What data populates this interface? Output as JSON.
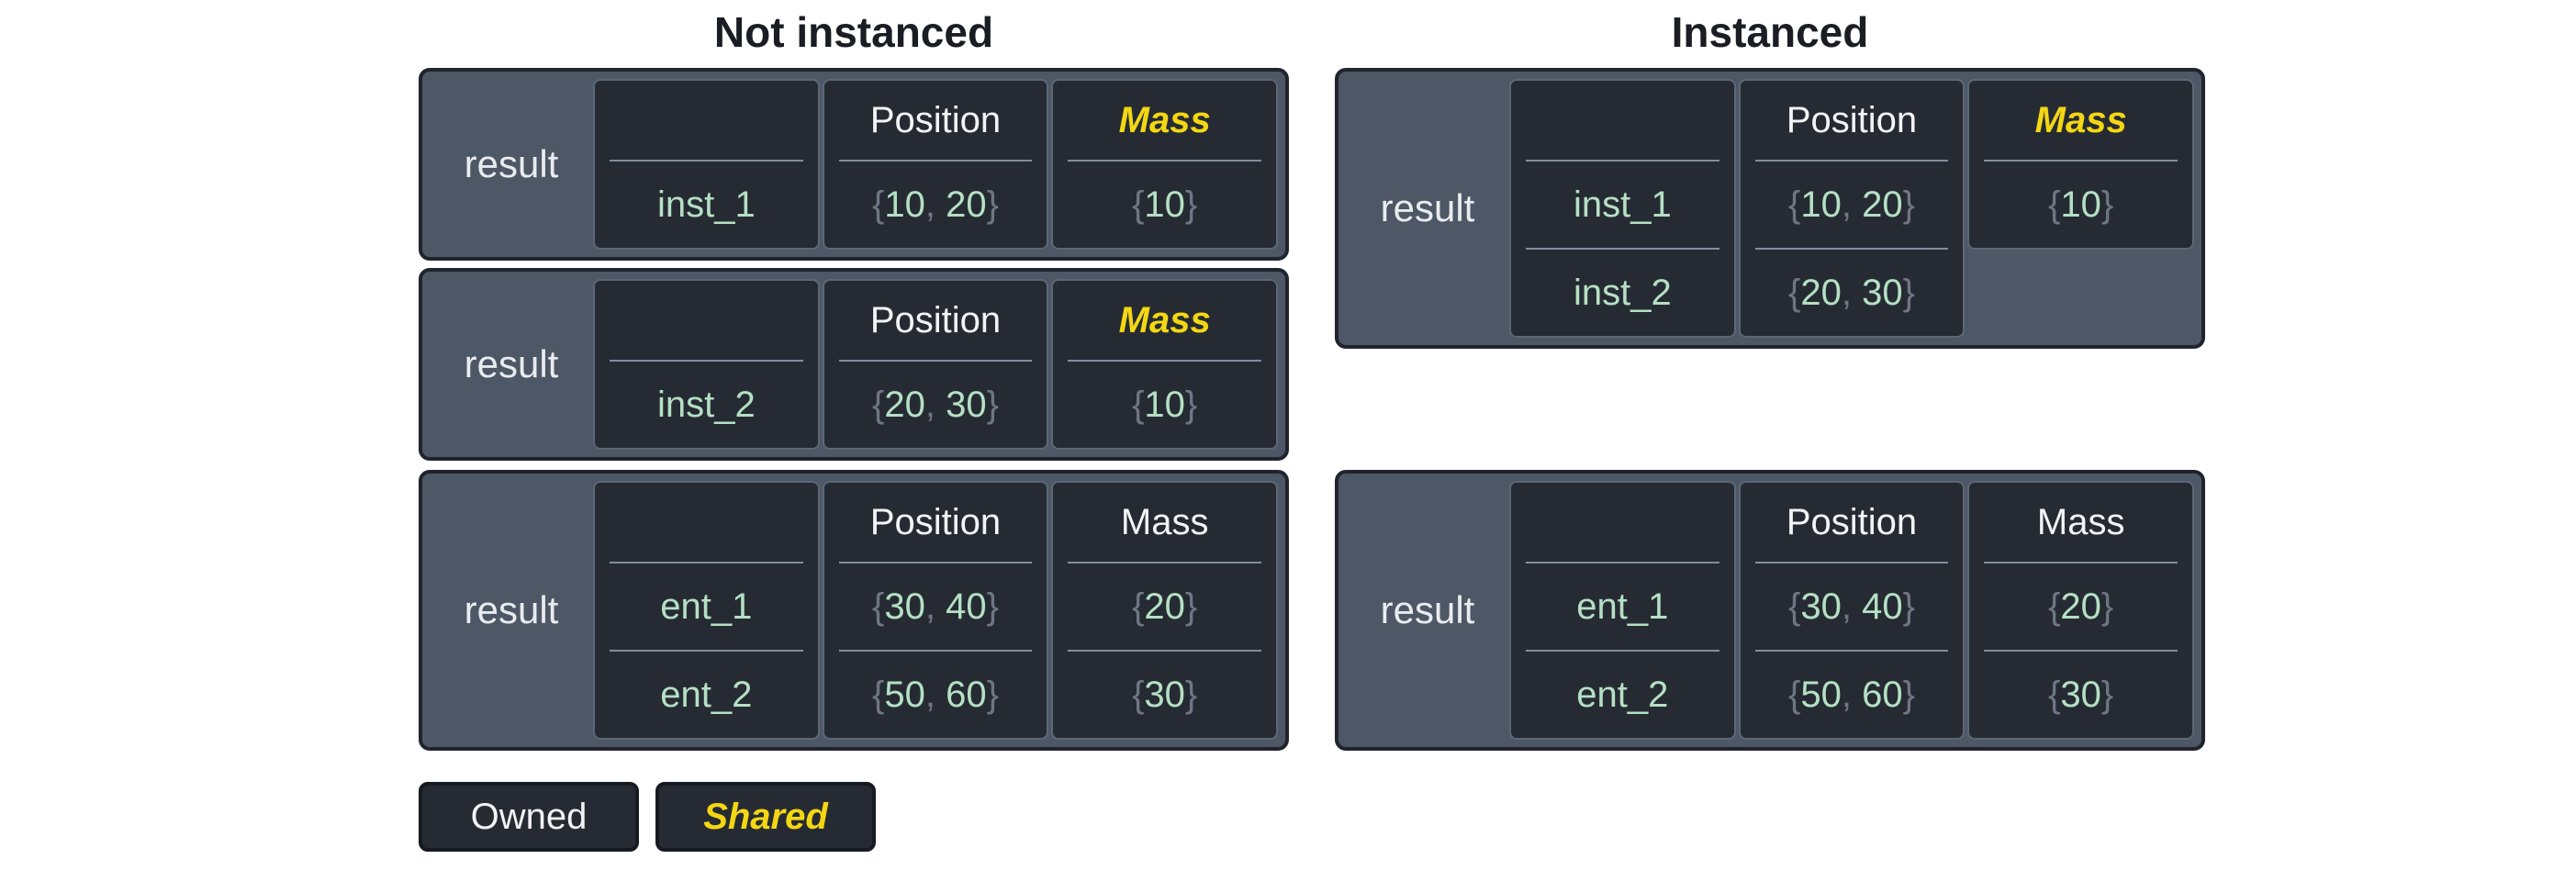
{
  "titles": {
    "left": "Not instanced",
    "right": "Instanced"
  },
  "legend": {
    "owned": "Owned",
    "shared": "Shared"
  },
  "colors": {
    "shared_accent": "#f4d713",
    "entity_green": "#b5e0c4",
    "punct_gray": "#6e7684",
    "box_slate": "#4e5765",
    "cell_dark": "#262b33"
  },
  "tables": {
    "ni1": {
      "label": "result",
      "entities": [
        "inst_1"
      ],
      "position": {
        "header": "Position",
        "values": [
          "{10, 20}"
        ]
      },
      "mass": {
        "header": "Mass",
        "shared": true,
        "values": [
          "{10}"
        ]
      }
    },
    "ni2": {
      "label": "result",
      "entities": [
        "inst_2"
      ],
      "position": {
        "header": "Position",
        "values": [
          "{20, 30}"
        ]
      },
      "mass": {
        "header": "Mass",
        "shared": true,
        "values": [
          "{10}"
        ]
      }
    },
    "ni3": {
      "label": "result",
      "entities": [
        "ent_1",
        "ent_2"
      ],
      "position": {
        "header": "Position",
        "values": [
          "{30, 40}",
          "{50, 60}"
        ]
      },
      "mass": {
        "header": "Mass",
        "shared": false,
        "values": [
          "{20}",
          "{30}"
        ]
      }
    },
    "i1": {
      "label": "result",
      "entities": [
        "inst_1",
        "inst_2"
      ],
      "position": {
        "header": "Position",
        "values": [
          "{10, 20}",
          "{20, 30}"
        ]
      },
      "mass": {
        "header": "Mass",
        "shared": true,
        "values": [
          "{10}"
        ]
      }
    },
    "i2": {
      "label": "result",
      "entities": [
        "ent_1",
        "ent_2"
      ],
      "position": {
        "header": "Position",
        "values": [
          "{30, 40}",
          "{50, 60}"
        ]
      },
      "mass": {
        "header": "Mass",
        "shared": false,
        "values": [
          "{20}",
          "{30}"
        ]
      }
    }
  }
}
